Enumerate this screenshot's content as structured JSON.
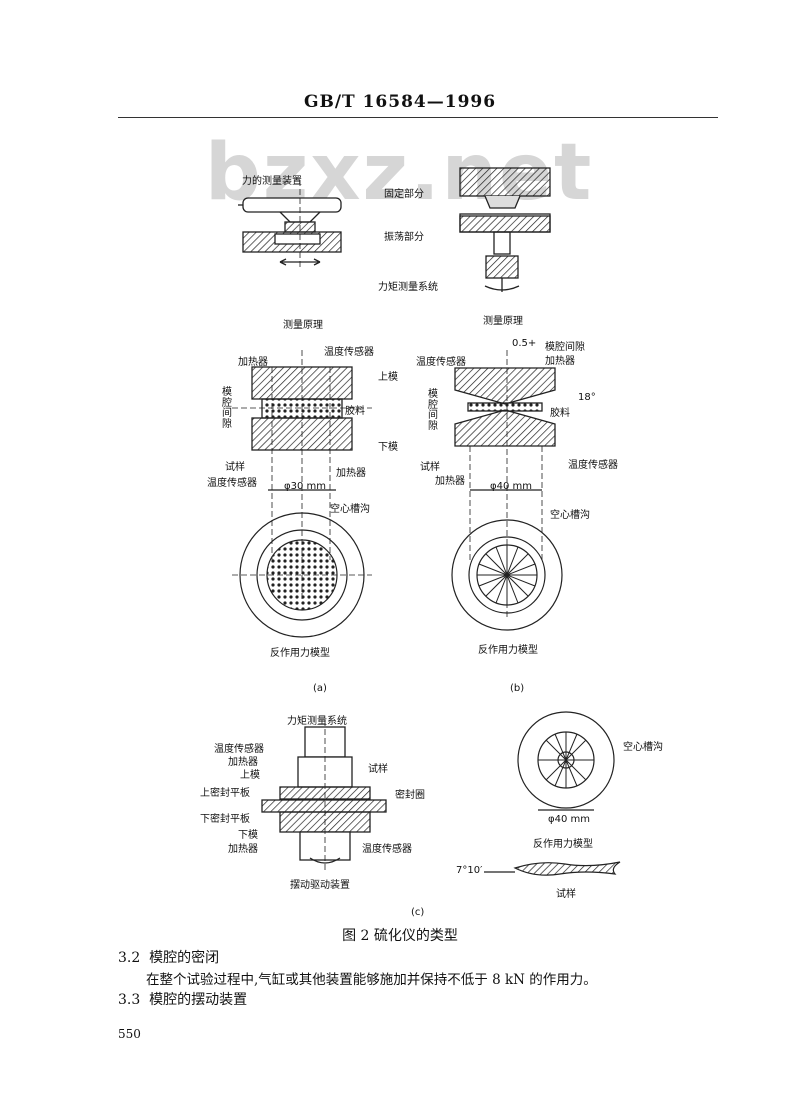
{
  "header": {
    "standard_no": "GB/T 16584—1996"
  },
  "watermark": "bzxz.net",
  "fig_top_left": {
    "label_force_device": "力的测量装置",
    "caption": "测量原理"
  },
  "fig_top_right": {
    "label_fixed": "固定部分",
    "label_oscillating": "振荡部分",
    "label_torque": "力矩测量系统",
    "caption": "测量原理"
  },
  "fig_a": {
    "heater_top": "加热器",
    "temp_sensor_top": "温度传感器",
    "upper_die": "上模",
    "gap": "模腔间隙",
    "material": "胶料",
    "lower_die": "下模",
    "specimen": "试样",
    "temp_sensor_bottom": "温度传感器",
    "heater_bottom": "加热器",
    "diameter": "φ30 mm",
    "groove": "空心槽沟",
    "caption": "反作用力模型",
    "tag": "(a)"
  },
  "fig_b": {
    "temp_sensor_top": "温度传感器",
    "gap_note": "0.5+",
    "gap_top": "模腔间隙",
    "heater_top": "加热器",
    "gap_side": "模腔间隙",
    "material": "胶料",
    "angle": "18°",
    "specimen": "试样",
    "heater_bottom": "加热器",
    "temp_sensor_bottom": "温度传感器",
    "diameter": "φ40 mm",
    "groove": "空心槽沟",
    "caption": "反作用力模型",
    "tag": "(b)"
  },
  "fig_c": {
    "torque": "力矩测量系统",
    "temp_sensor": "温度传感器",
    "heater": "加热器",
    "upper_die": "上模",
    "specimen": "试样",
    "upper_seal": "上密封平板",
    "seal_ring": "密封圈",
    "lower_seal": "下密封平板",
    "lower_die": "下模",
    "heater_bottom": "加热器",
    "temp_sensor_bottom": "温度传感器",
    "drive": "摆动驱动装置",
    "groove": "空心槽沟",
    "diameter": "φ40 mm",
    "reaction_caption": "反作用力模型",
    "angle": "7°10′",
    "specimen2": "试样",
    "tag": "(c)"
  },
  "figure_caption": "图 2   硫化仪的类型",
  "sections": [
    {
      "number": "3.2",
      "title": "模腔的密闭",
      "text": "在整个试验过程中,气缸或其他装置能够施加并保持不低于 8 kN 的作用力。"
    },
    {
      "number": "3.3",
      "title": "模腔的摆动装置"
    }
  ],
  "page_number": "550"
}
